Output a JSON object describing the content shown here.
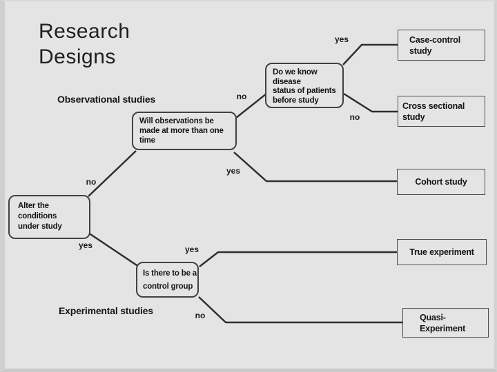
{
  "slide": {
    "title": "Research\nDesigns"
  },
  "section_labels": {
    "observational": "Observational studies",
    "experimental": "Experimental studies"
  },
  "decision_nodes": {
    "alter_conditions": "Alter the\nconditions\nunder study",
    "observations_timing": "Will observations be\nmade at more than one\ntime",
    "disease_status": "Do we know\ndisease\nstatus of patients\nbefore study",
    "control_group": "Is there to be a\ncontrol group"
  },
  "outcome_nodes": {
    "case_control": "Case-control\nstudy",
    "cross_sectional": "Cross sectional\nstudy",
    "cohort": "Cohort study",
    "true_experiment": "True experiment",
    "quasi_experiment": "Quasi-\nExperiment"
  },
  "edge_labels": {
    "alter_no": "no",
    "alter_yes": "yes",
    "observations_no": "no",
    "observations_yes": "yes",
    "disease_yes": "yes",
    "disease_no": "no",
    "control_yes": "yes",
    "control_no": "no"
  },
  "colors": {
    "background": "#e4e4e4",
    "line": "#2e2e2e",
    "node_border": "#414141",
    "text": "#141414"
  }
}
